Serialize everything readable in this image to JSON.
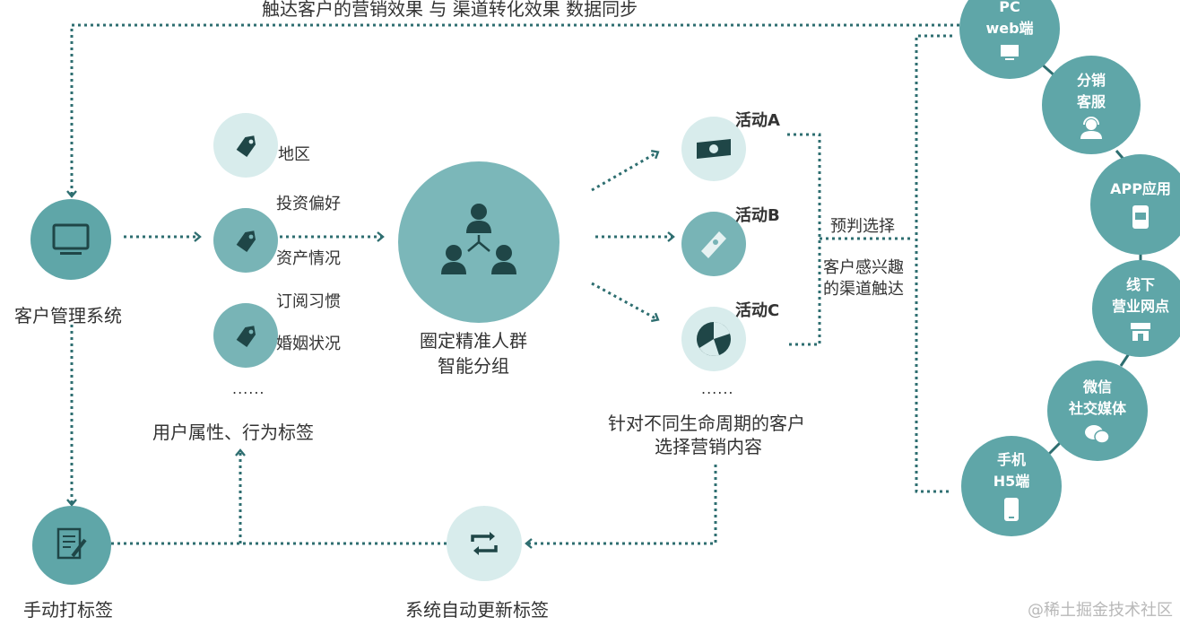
{
  "top_label": "触达客户的营销效果 与 渠道转化效果 数据同步",
  "crm": {
    "label": "客户管理系统",
    "icon": "monitor-icon"
  },
  "manual_tag": {
    "label": "手动打标签",
    "icon": "document-pen-icon"
  },
  "auto_update": {
    "label": "系统自动更新标签",
    "icon": "refresh-icon"
  },
  "tags": {
    "items": [
      "地区",
      "投资偏好",
      "资产情况",
      "订阅习惯",
      "婚姻状况"
    ],
    "ellipsis": "......",
    "caption": "用户属性、行为标签",
    "icon": "tag-icon"
  },
  "group": {
    "line1": "圈定精准人群",
    "line2": "智能分组",
    "icon": "people-hierarchy-icon"
  },
  "activities": {
    "items": [
      {
        "label": "活动A",
        "icon": "cash-icon"
      },
      {
        "label": "活动B",
        "icon": "ticket-icon"
      },
      {
        "label": "活动C",
        "icon": "pie-icon"
      }
    ],
    "ellipsis": "......",
    "caption_line1": "针对不同生命周期的客户",
    "caption_line2": "选择营销内容"
  },
  "predict": {
    "label": "预判选择",
    "interest_line1": "客户感兴趣",
    "interest_line2": "的渠道触达"
  },
  "channels": [
    {
      "line1": "PC",
      "line2": "web端",
      "icon": "monitor-icon"
    },
    {
      "line1": "分销",
      "line2": "客服",
      "icon": "headset-icon"
    },
    {
      "line1": "APP应用",
      "line2": "",
      "icon": "phone-app-icon"
    },
    {
      "line1": "线下",
      "line2": "营业网点",
      "icon": "store-icon"
    },
    {
      "line1": "微信",
      "line2": "社交媒体",
      "icon": "wechat-icon"
    },
    {
      "line1": "手机",
      "line2": "H5端",
      "icon": "mobile-icon"
    }
  ],
  "watermark": "@稀土掘金技术社区",
  "colors": {
    "teal_dark": "#5fa6a8",
    "teal_light": "#d8ecec",
    "teal_main": "#7bb7b9",
    "line": "#2e6e70"
  }
}
